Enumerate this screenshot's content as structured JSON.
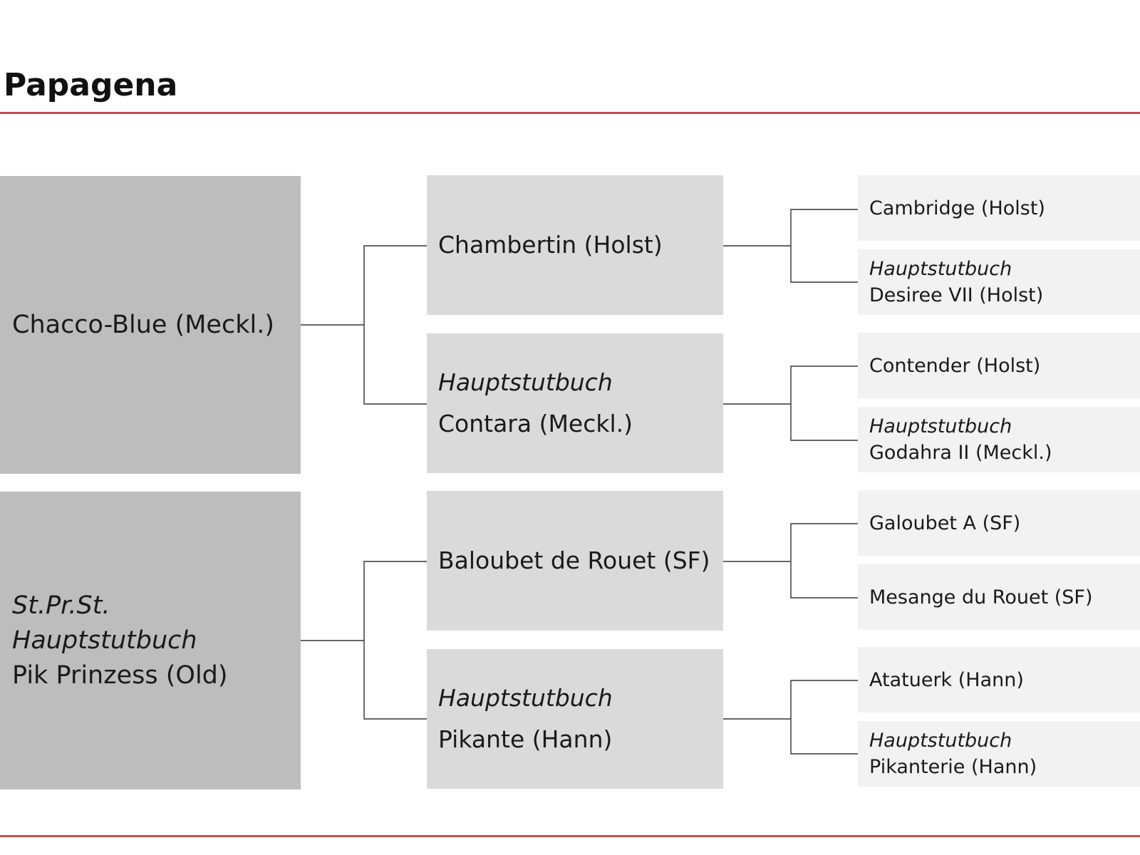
{
  "title": "Papagena",
  "colors": {
    "accent_rule": "#c0504d",
    "gen1_bg": "#bdbdbd",
    "gen2_bg": "#dadada",
    "gen3_bg": "#f2f2f2",
    "connector": "#333333"
  },
  "pedigree": {
    "sire": {
      "title": "",
      "name": "Chacco-Blue (Meckl.)",
      "sire": {
        "title": "",
        "name": "Chambertin (Holst)",
        "sire": {
          "title": "",
          "name": "Cambridge (Holst)"
        },
        "dam": {
          "title": "Hauptstutbuch",
          "name": "Desiree VII (Holst)"
        }
      },
      "dam": {
        "title": "Hauptstutbuch",
        "name": "Contara (Meckl.)",
        "sire": {
          "title": "",
          "name": "Contender (Holst)"
        },
        "dam": {
          "title": "Hauptstutbuch",
          "name": "Godahra II (Meckl.)"
        }
      }
    },
    "dam": {
      "title": "St.Pr.St. Hauptstutbuch",
      "name": "Pik Prinzess (Old)",
      "sire": {
        "title": "",
        "name": "Baloubet de Rouet (SF)",
        "sire": {
          "title": "",
          "name": "Galoubet A (SF)"
        },
        "dam": {
          "title": "",
          "name": "Mesange du Rouet (SF)"
        }
      },
      "dam": {
        "title": "Hauptstutbuch",
        "name": "Pikante (Hann)",
        "sire": {
          "title": "",
          "name": "Atatuerk (Hann)"
        },
        "dam": {
          "title": "Hauptstutbuch",
          "name": "Pikanterie (Hann)"
        }
      }
    }
  }
}
